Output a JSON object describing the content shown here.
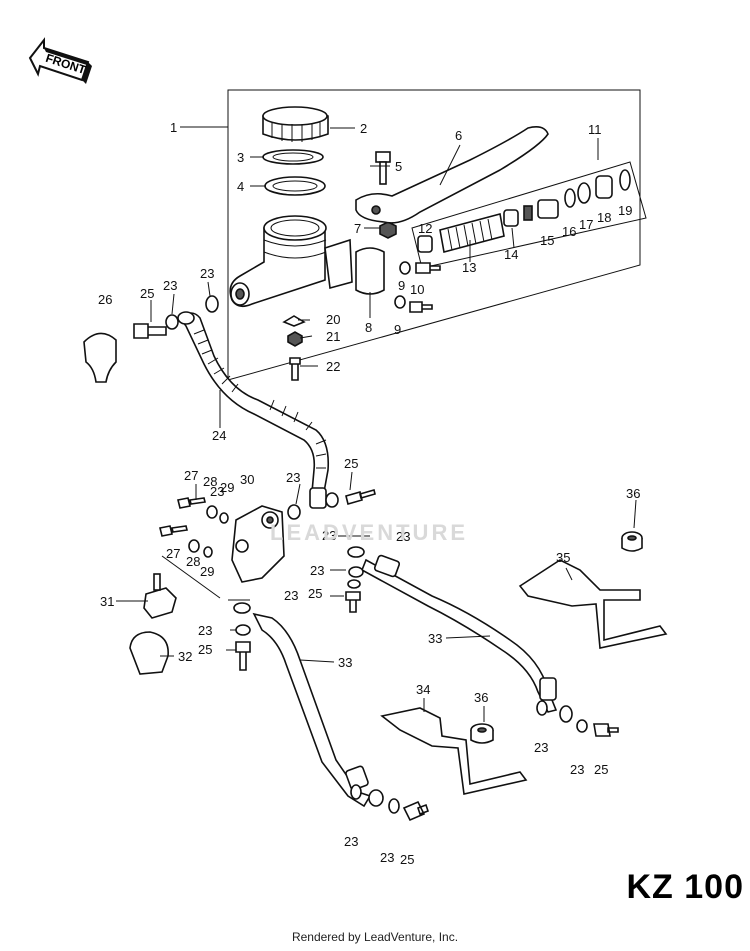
{
  "diagram": {
    "model": "KZ 100",
    "direction_tag": "FRONT",
    "footer": "Rendered by LeadVenture, Inc.",
    "watermark": "LEADVENTURE",
    "callouts": [
      "1",
      "2",
      "3",
      "4",
      "5",
      "6",
      "7",
      "8",
      "9",
      "9",
      "10",
      "11",
      "12",
      "13",
      "14",
      "15",
      "16",
      "17",
      "18",
      "19",
      "20",
      "21",
      "22",
      "23",
      "23",
      "23",
      "23",
      "23",
      "23",
      "23",
      "23",
      "23",
      "23",
      "23",
      "23",
      "23",
      "24",
      "25",
      "25",
      "25",
      "25",
      "25",
      "25",
      "26",
      "27",
      "27",
      "28",
      "28",
      "29",
      "29",
      "30",
      "31",
      "32",
      "33",
      "33",
      "34",
      "35",
      "36",
      "36"
    ]
  }
}
